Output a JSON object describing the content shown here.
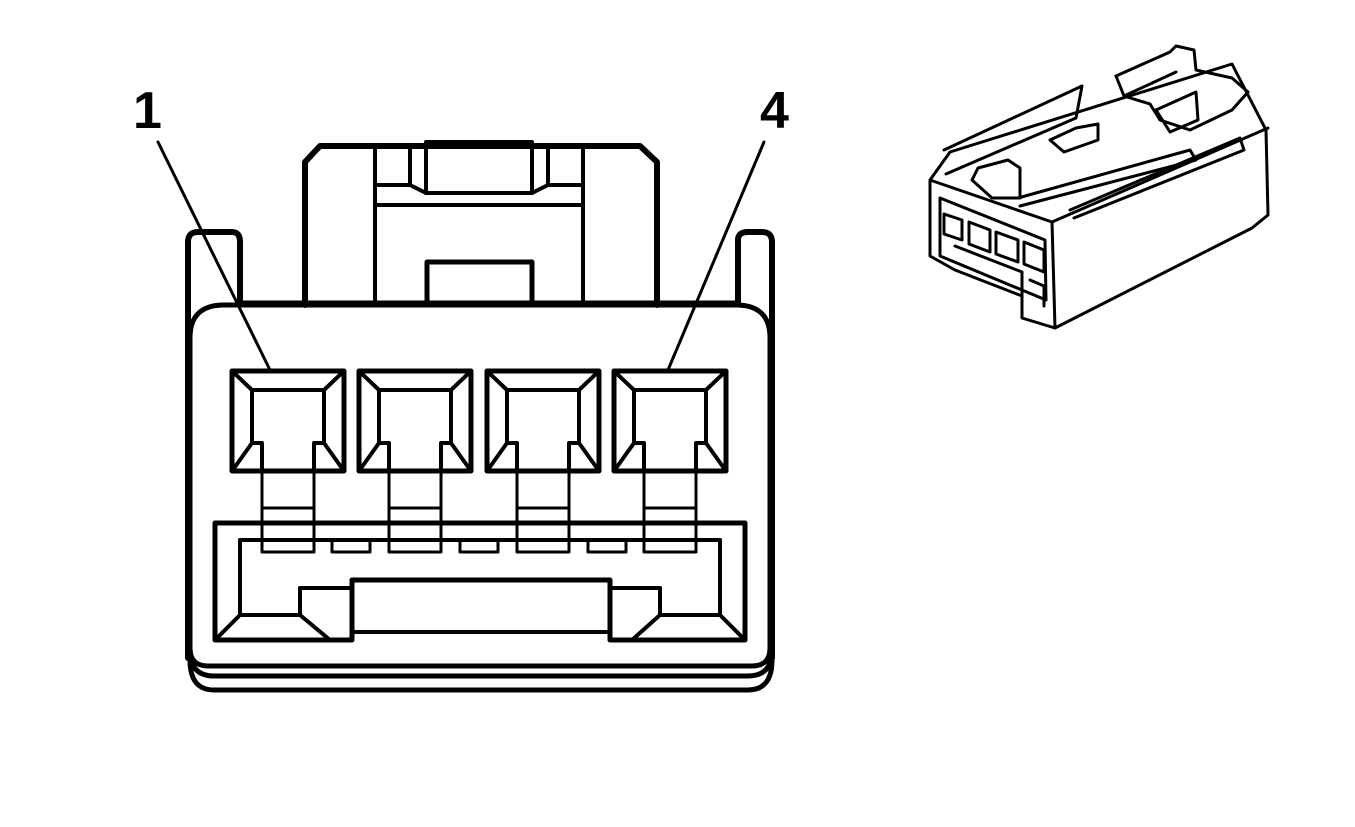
{
  "diagram": {
    "pin_labels": {
      "first": "1",
      "last": "4"
    },
    "cavity_count": 4,
    "colors": {
      "line": "#000000",
      "fill": "#ffffff"
    }
  }
}
